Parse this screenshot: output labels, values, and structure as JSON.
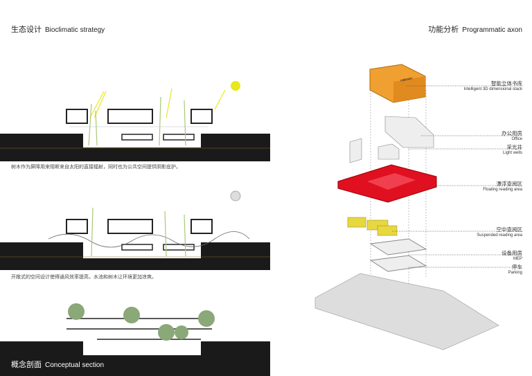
{
  "left": {
    "title_zh": "生态设计",
    "title_en": "Bioclimatic strategy",
    "caption1": "树木作为屏障用来阻断来自太阳的直接辐射，同时也为公共空间提供阴影庇护。",
    "caption2": "开敞式的空间设计使得通风效率提高，水池和树木让环境更加凉爽。",
    "section_zh": "概念剖面",
    "section_en": "Conceptual section"
  },
  "right": {
    "title_zh": "功能分析",
    "title_en": "Programmatic axon",
    "library_sign": "LIBRARY",
    "labels": [
      {
        "zh": "智能立体书库",
        "en": "Intelligent 3D dimensional stack"
      },
      {
        "zh": "办公用房",
        "en": "Office"
      },
      {
        "zh": "采光井",
        "en": "Light wells"
      },
      {
        "zh": "漂浮查阅区",
        "en": "Floating reading area"
      },
      {
        "zh": "空中查阅区",
        "en": "Suspended reading area"
      },
      {
        "zh": "设备用房",
        "en": "MEP"
      },
      {
        "zh": "停车",
        "en": "Parking"
      }
    ]
  },
  "colors": {
    "sun": "#e8e81a",
    "library": "#f0a030",
    "floating": "#e01020",
    "suspended": "#e8d840",
    "ground": "#1a1a1a"
  }
}
